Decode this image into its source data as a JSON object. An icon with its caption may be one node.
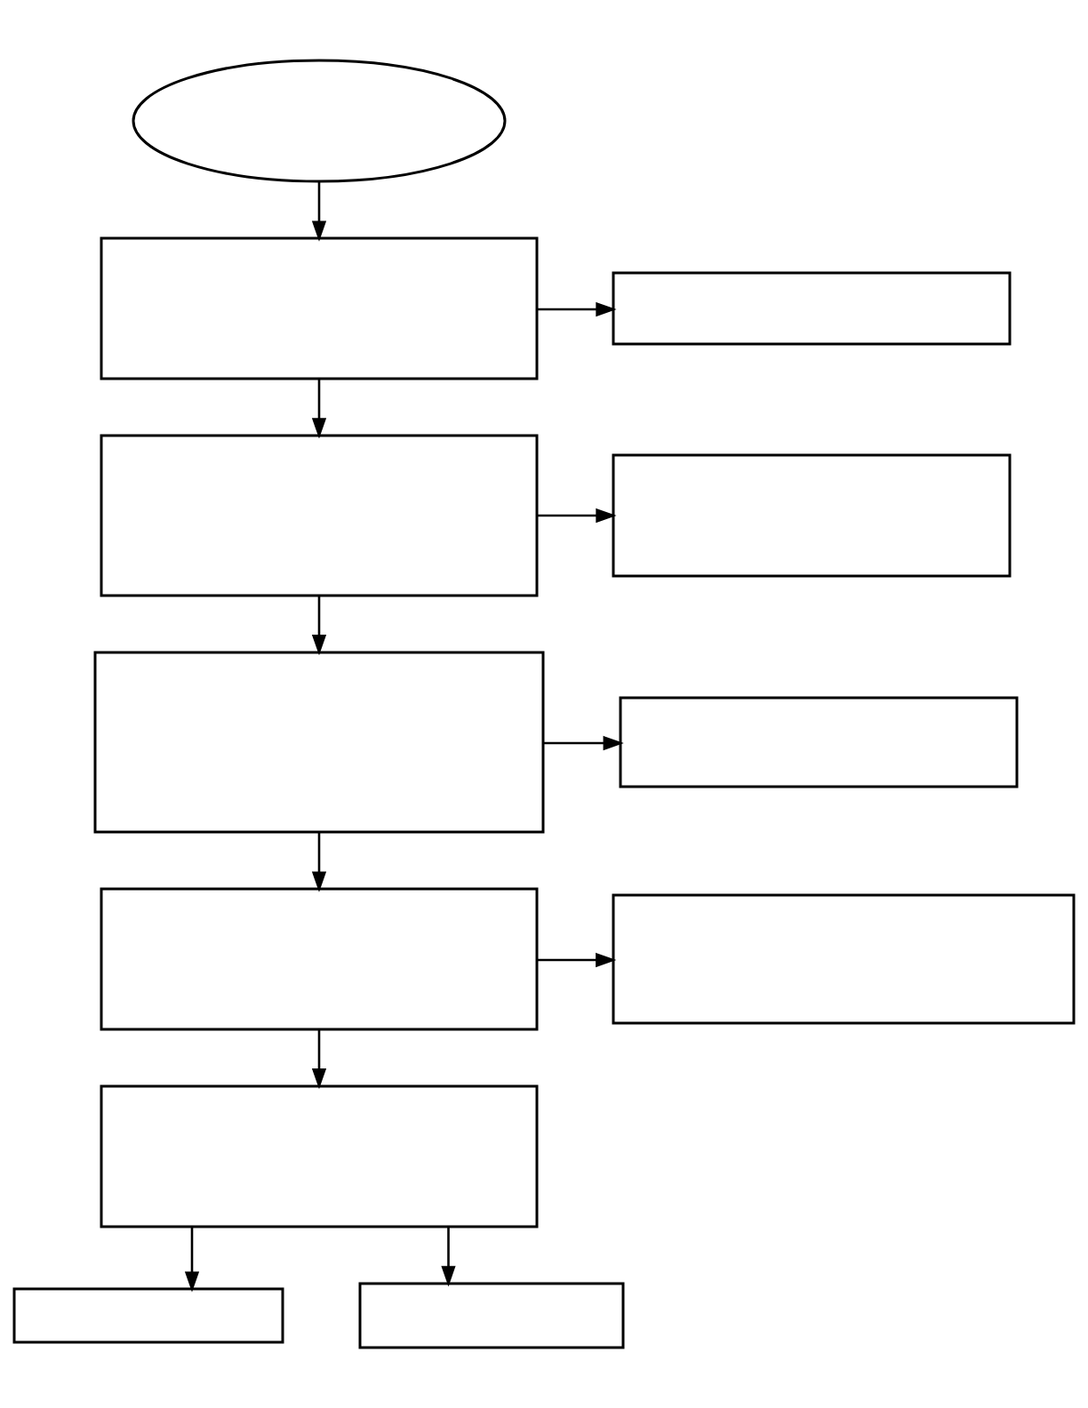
{
  "diagram": {
    "nodes": [
      {
        "text": [],
        "shape": "ellipse"
      },
      {
        "text": [],
        "shape": "box"
      },
      {
        "text": [],
        "shape": "box"
      },
      {
        "text": [],
        "shape": "box"
      },
      {
        "text": [],
        "shape": "box"
      },
      {
        "text": [],
        "shape": "box"
      },
      {
        "text": [],
        "shape": "box"
      },
      {
        "text": [],
        "shape": "box"
      },
      {
        "text": [],
        "shape": "box"
      },
      {
        "text": [],
        "shape": "box"
      },
      {
        "text": [],
        "shape": "box"
      },
      {
        "text": [],
        "shape": "box"
      }
    ],
    "edges": [
      {
        "from": 0,
        "to": 1,
        "arrow": "to"
      },
      {
        "from": 1,
        "to": 2,
        "arrow": "to"
      },
      {
        "from": 1,
        "to": 3,
        "arrow": "to"
      },
      {
        "from": 3,
        "to": 4,
        "arrow": "to"
      },
      {
        "from": 3,
        "to": 5,
        "arrow": "to"
      },
      {
        "from": 5,
        "to": 6,
        "arrow": "to"
      },
      {
        "from": 5,
        "to": 7,
        "arrow": "to"
      },
      {
        "from": 7,
        "to": 8,
        "arrow": "to"
      },
      {
        "from": 7,
        "to": 9,
        "arrow": "to"
      },
      {
        "from": 9,
        "to": 10,
        "arrow": "to"
      },
      {
        "from": 9,
        "to": 11,
        "arrow": "to"
      }
    ]
  }
}
